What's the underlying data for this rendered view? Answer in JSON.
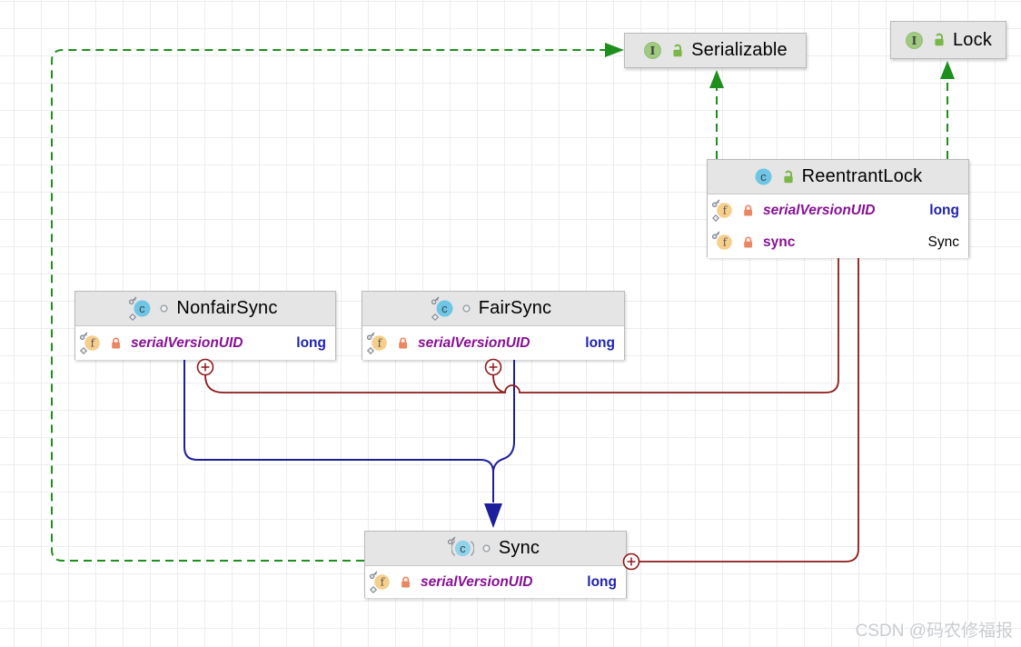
{
  "diagram": {
    "tool": "uml-class-diagram",
    "watermark": "CSDN @码农修福报",
    "nodes": {
      "serializable": {
        "name": "Serializable",
        "kind": "interface",
        "visibility": "public",
        "fields": []
      },
      "lock": {
        "name": "Lock",
        "kind": "interface",
        "visibility": "public",
        "fields": []
      },
      "reentrantlock": {
        "name": "ReentrantLock",
        "kind": "class",
        "visibility": "public",
        "fields": [
          {
            "name": "serialVersionUID",
            "type": "long",
            "modifiers": "private static final"
          },
          {
            "name": "sync",
            "type": "Sync",
            "modifiers": "private final"
          }
        ]
      },
      "nonfairsync": {
        "name": "NonfairSync",
        "kind": "static final class",
        "visibility": "package-private",
        "fields": [
          {
            "name": "serialVersionUID",
            "type": "long",
            "modifiers": "private static final"
          }
        ]
      },
      "fairsync": {
        "name": "FairSync",
        "kind": "static final class",
        "visibility": "package-private",
        "fields": [
          {
            "name": "serialVersionUID",
            "type": "long",
            "modifiers": "private static final"
          }
        ]
      },
      "sync": {
        "name": "Sync",
        "kind": "abstract static class",
        "visibility": "package-private",
        "fields": [
          {
            "name": "serialVersionUID",
            "type": "long",
            "modifiers": "private static final"
          }
        ]
      }
    },
    "edges": [
      {
        "type": "realization",
        "from": "Sync",
        "to": "Serializable",
        "style": "dashed",
        "color": "#1d8f1d"
      },
      {
        "type": "realization",
        "from": "ReentrantLock",
        "to": "Serializable",
        "style": "dashed",
        "color": "#1d8f1d"
      },
      {
        "type": "realization",
        "from": "ReentrantLock",
        "to": "Lock",
        "style": "dashed",
        "color": "#1d8f1d"
      },
      {
        "type": "generalization",
        "from": "NonfairSync",
        "to": "Sync",
        "style": "solid",
        "color": "#1c1e9c"
      },
      {
        "type": "generalization",
        "from": "FairSync",
        "to": "Sync",
        "style": "solid",
        "color": "#1c1e9c"
      },
      {
        "type": "inner-class",
        "from": "NonfairSync",
        "to": "ReentrantLock",
        "style": "solid",
        "color": "#8e1a1a"
      },
      {
        "type": "inner-class",
        "from": "FairSync",
        "to": "ReentrantLock",
        "style": "solid",
        "color": "#8e1a1a"
      },
      {
        "type": "inner-class",
        "from": "Sync",
        "to": "ReentrantLock",
        "style": "solid",
        "color": "#8e1a1a"
      }
    ],
    "colors": {
      "realization_green": "#1d8f1d",
      "generalization_navy": "#1c1e9c",
      "inner_class_red": "#8e1a1a",
      "field_name_purple": "#871094",
      "keyword_navy": "#1f22ad",
      "node_header_gray": "#e5e5e6"
    }
  }
}
